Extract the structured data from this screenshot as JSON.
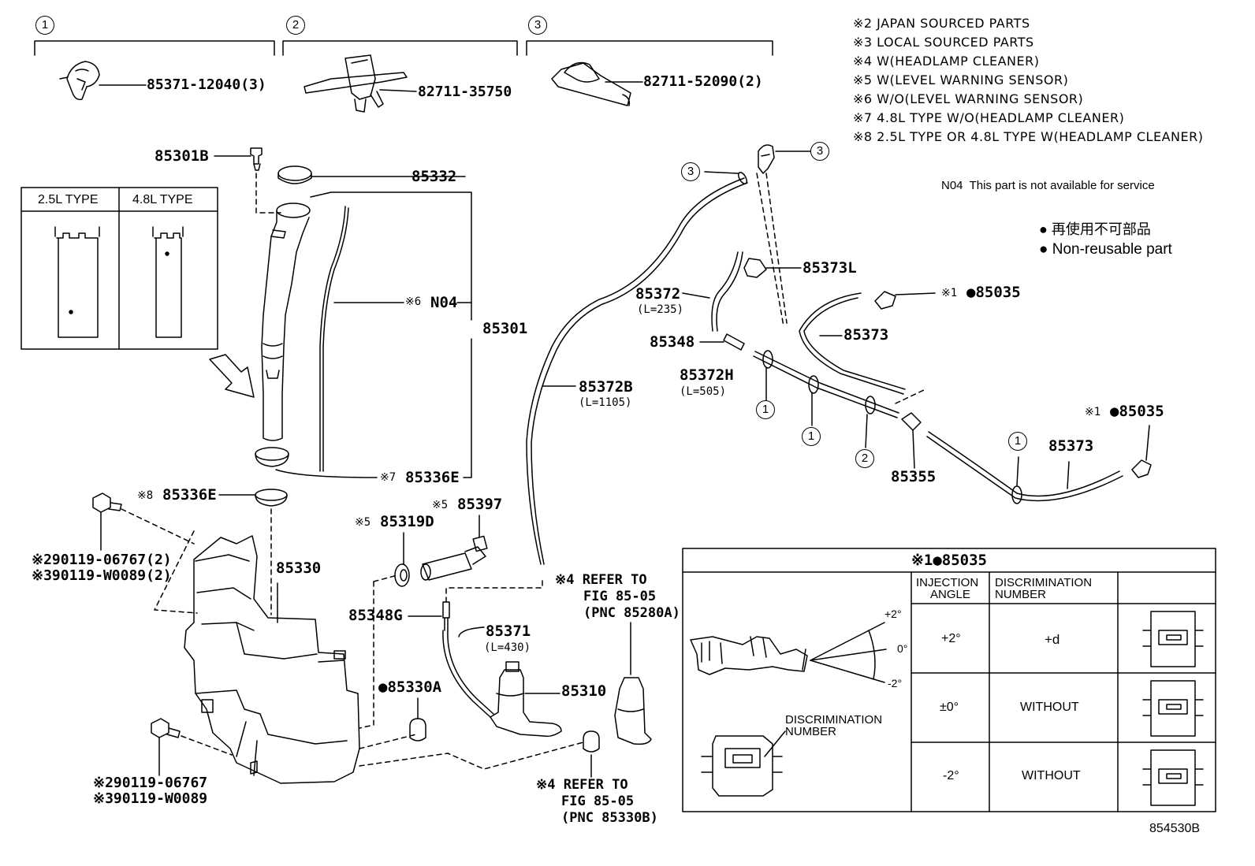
{
  "group_markers": {
    "g1": "1",
    "g2": "2",
    "g3": "3"
  },
  "clips": {
    "c1": "85371-12040(3)",
    "c2": "82711-35750",
    "c3": "82711-52090(2)"
  },
  "legend": {
    "notes": [
      "※2 JAPAN SOURCED PARTS",
      "※3 LOCAL SOURCED PARTS",
      "※4 W(HEADLAMP CLEANER)",
      "※5 W(LEVEL WARNING SENSOR)",
      "※6 W/O(LEVEL WARNING SENSOR)",
      "※7 4.8L TYPE W/O(HEADLAMP CLEANER)",
      "※8 2.5L TYPE OR 4.8L TYPE W(HEADLAMP CLEANER)"
    ],
    "n04": "N04  This part is not available for service",
    "nonreusable_jp": "● 再使用不可部品",
    "nonreusable_en": "● Non-reusable part"
  },
  "type_box": {
    "left": "2.5L TYPE",
    "right": "4.8L TYPE"
  },
  "parts": {
    "p85301B": "85301B",
    "p85332": "85332",
    "p85301": "85301",
    "pN04_prefix": "※6",
    "pN04": "N04",
    "p85336E_a_prefix": "※7",
    "p85336E_a": "85336E",
    "p85336E_b_prefix": "※8",
    "p85336E_b": "85336E",
    "p90119_1": "※290119-06767(2)",
    "p90119_2": "※390119-W0089(2)",
    "p85330": "85330",
    "p90119_3": "※290119-06767",
    "p90119_4": "※390119-W0089",
    "p85319D_prefix": "※5",
    "p85319D": "85319D",
    "p85397_prefix": "※5",
    "p85397": "85397",
    "p85348G": "85348G",
    "p85371": "85371",
    "p85371_len": "(L=430)",
    "p85310": "85310",
    "p85330A": "●85330A",
    "refer_a": [
      "※4 REFER TO",
      "FIG 85-05",
      "(PNC 85280A)"
    ],
    "refer_b": [
      "※4 REFER TO",
      "FIG 85-05",
      "(PNC 85330B)"
    ],
    "p85372B": "85372B",
    "p85372B_len": "(L=1105)",
    "p85372": "85372",
    "p85372_len": "(L=235)",
    "p85348": "85348",
    "p85372H": "85372H",
    "p85372H_len": "(L=505)",
    "p85373L": "85373L",
    "p85373_a": "85373",
    "p85373_b": "85373",
    "p85035_a_prefix": "※1",
    "p85035_a": "●85035",
    "p85035_b_prefix": "※1",
    "p85035_b": "●85035",
    "p85355": "85355"
  },
  "callouts": {
    "a": "1",
    "b": "1",
    "c": "1",
    "d": "2",
    "e": "1",
    "f": "3",
    "g": "3"
  },
  "table": {
    "title": "※1●85035",
    "col_angle": [
      "INJECTION",
      "ANGLE"
    ],
    "col_disc": [
      "DISCRIMINATION",
      "NUMBER"
    ],
    "rows": [
      {
        "angle": "+2°",
        "disc": "+d"
      },
      {
        "angle": "±0°",
        "disc": "WITHOUT"
      },
      {
        "angle": "-2°",
        "disc": "WITHOUT"
      }
    ],
    "fan_labels": [
      "+2°",
      "0°",
      "-2°"
    ],
    "disc_label": [
      "DISCRIMINATION",
      "NUMBER"
    ]
  },
  "figure_id": "854530B"
}
